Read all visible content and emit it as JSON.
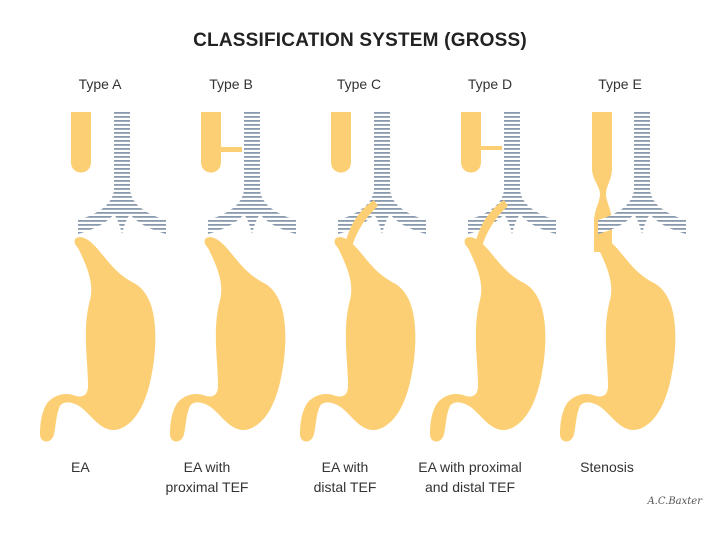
{
  "title": "CLASSIFICATION SYSTEM (GROSS)",
  "colors": {
    "esophagus": "#FDCF74",
    "trachea_stripe": "#8A9AAE",
    "trachea_bg": "#FFFFFF",
    "text": "#333333"
  },
  "types": [
    {
      "label": "Type A",
      "caption": [
        "EA"
      ]
    },
    {
      "label": "Type B",
      "caption": [
        "EA with",
        "proximal TEF"
      ]
    },
    {
      "label": "Type C",
      "caption": [
        "EA with",
        "distal TEF"
      ]
    },
    {
      "label": "Type D",
      "caption": [
        "EA with proximal",
        "and distal TEF"
      ]
    },
    {
      "label": "Type E",
      "caption": [
        "Stenosis"
      ]
    }
  ],
  "signature": "A.C.Baxter",
  "icons": [
    "esophagus-pouch-shape",
    "stomach-shape",
    "trachea-shape",
    "fistula-shape"
  ]
}
